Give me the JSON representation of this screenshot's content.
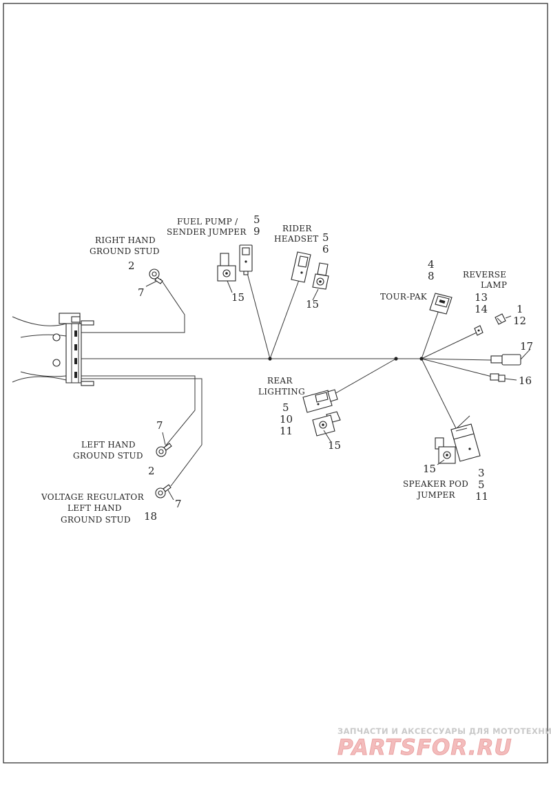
{
  "labels": {
    "fuel_pump": [
      "FUEL PUMP /",
      "SENDER JUMPER"
    ],
    "rider_headset": [
      "RIDER",
      "HEADSET"
    ],
    "right_hand_ground": [
      "RIGHT HAND",
      "GROUND STUD"
    ],
    "tour_pak": [
      "TOUR-PAK"
    ],
    "reverse_lamp": [
      "REVERSE",
      "LAMP"
    ],
    "rear_lighting": [
      "REAR",
      "LIGHTING"
    ],
    "left_hand_ground": [
      "LEFT HAND",
      "GROUND STUD"
    ],
    "voltage_regulator": [
      "VOLTAGE REGULATOR",
      "LEFT HAND",
      "GROUND STUD"
    ],
    "speaker_pod": [
      "SPEAKER POD",
      "JUMPER"
    ]
  },
  "callouts": {
    "fuel_pump": [
      "5",
      "9"
    ],
    "fuel_pump_clip": "15",
    "rider_headset": [
      "5",
      "6"
    ],
    "rider_headset_clip": "15",
    "right_ground_terminal": "2",
    "right_ground_wire": "7",
    "tour_pak": [
      "4",
      "8"
    ],
    "reverse_lamp": [
      "13",
      "14"
    ],
    "bulb": [
      "1",
      "12"
    ],
    "connector_17": "17",
    "connector_16": "16",
    "rear_lighting": [
      "5",
      "10",
      "11"
    ],
    "rear_lighting_clip": "15",
    "left_ground_wire": "7",
    "left_ground_terminal": "2",
    "vr_ground_terminal": "18",
    "vr_ground_wire": "7",
    "speaker_pod_clip": "15",
    "speaker_pod": [
      "3",
      "5",
      "11"
    ]
  },
  "watermark": {
    "tagline": "ЗАПЧАСТИ И АКСЕССУАРЫ ДЛЯ МОТОТЕХНИКИ",
    "logo": "PARTSFOR.RU"
  }
}
